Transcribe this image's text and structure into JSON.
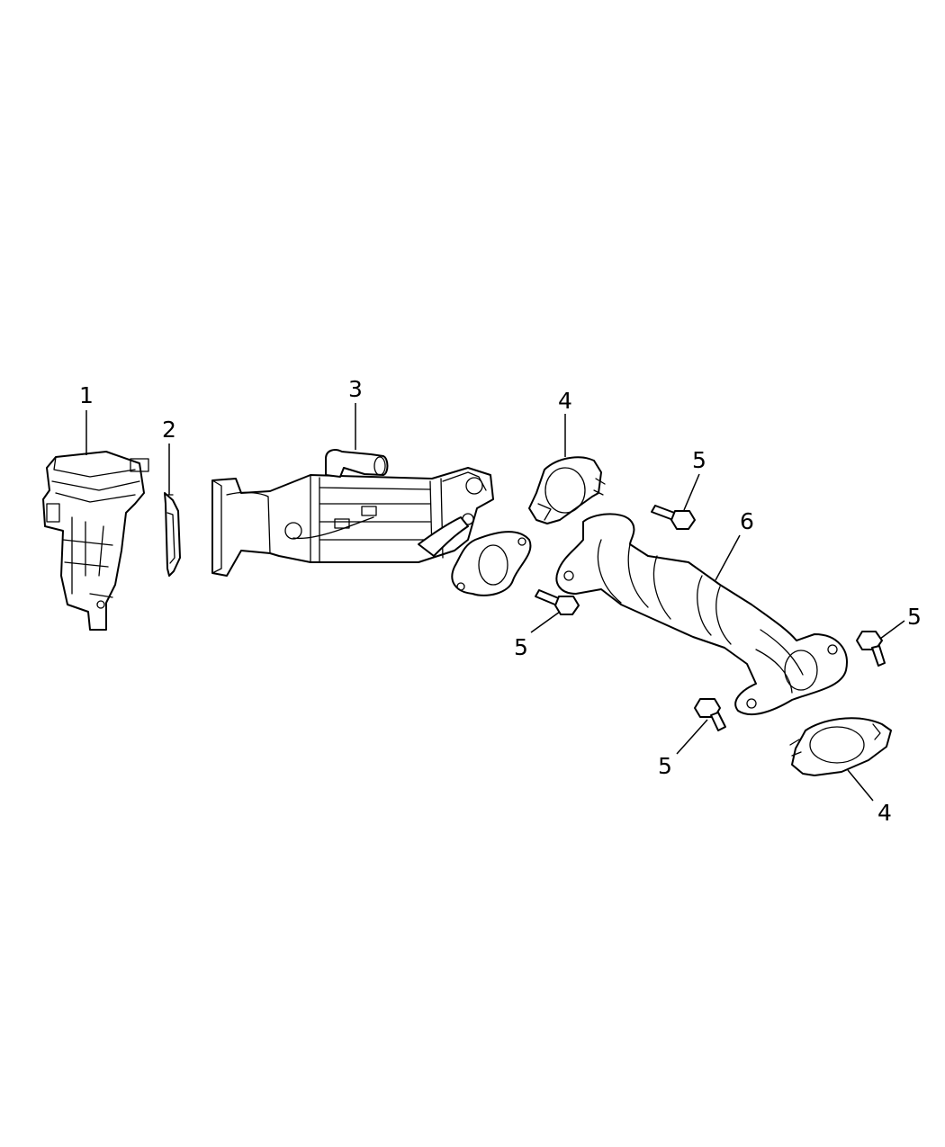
{
  "callouts": [
    {
      "number": "1"
    },
    {
      "number": "2"
    },
    {
      "number": "3"
    },
    {
      "number": "4"
    },
    {
      "number": "5"
    },
    {
      "number": "6"
    },
    {
      "number": "5"
    },
    {
      "number": "5"
    },
    {
      "number": "5"
    },
    {
      "number": "4"
    }
  ]
}
